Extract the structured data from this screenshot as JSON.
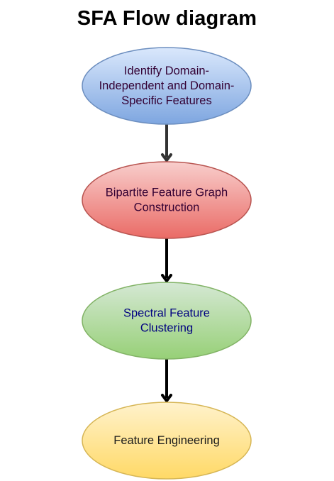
{
  "title": "SFA Flow diagram",
  "nodes": [
    {
      "lines": [
        "Identify Domain-",
        "Independent and Domain-",
        "Specific Features"
      ],
      "fill_top": "#dae8fc",
      "fill_bottom": "#7ea6e0",
      "stroke": "#6c8ebf",
      "text_color": "#330033"
    },
    {
      "lines": [
        "Bipartite Feature Graph",
        "Construction"
      ],
      "fill_top": "#f8cecc",
      "fill_bottom": "#ea6b66",
      "stroke": "#b85450",
      "text_color": "#330033"
    },
    {
      "lines": [
        "Spectral Feature",
        "Clustering"
      ],
      "fill_top": "#d5e8d4",
      "fill_bottom": "#97d077",
      "stroke": "#82b366",
      "text_color": "#000080"
    },
    {
      "lines": [
        "Feature Engineering"
      ],
      "fill_top": "#fff2cc",
      "fill_bottom": "#ffd966",
      "stroke": "#d6b656",
      "text_color": "#1a1a1a"
    }
  ],
  "edges": [
    {
      "from": 0,
      "to": 1,
      "color": "#333333"
    },
    {
      "from": 1,
      "to": 2,
      "color": "#000000"
    },
    {
      "from": 2,
      "to": 3,
      "color": "#000000"
    }
  ]
}
